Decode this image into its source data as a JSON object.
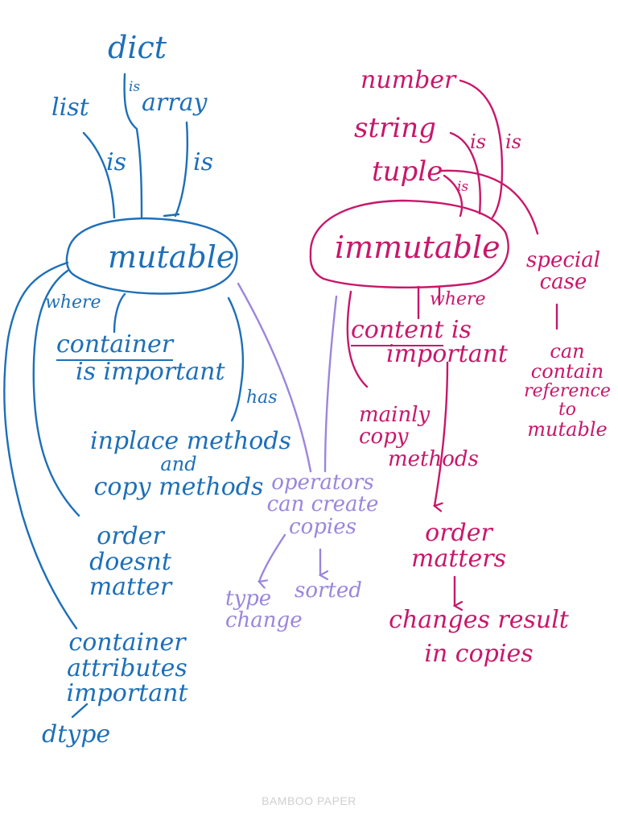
{
  "colors": {
    "mutable_ink": "#1d6fb8",
    "immutable_ink": "#c8176a",
    "operators_ink": "#9b86dc",
    "watermark": "#cfcfcf"
  },
  "mutable": {
    "node": "mutable",
    "types": {
      "dict": "dict",
      "list": "list",
      "array": "array"
    },
    "edge_is": [
      "is",
      "is",
      "is"
    ],
    "where_label": "where",
    "container": "container",
    "container_rest": "is important",
    "has_label": "has",
    "methods_line1": "inplace methods",
    "methods_line2": "and",
    "methods_line3": "copy methods",
    "order_line1": "order",
    "order_line2": "doesnt",
    "order_line3": "matter",
    "attr_line1": "container",
    "attr_line2": "attributes",
    "attr_line3": "important",
    "dtype": "dtype"
  },
  "operators": {
    "line1": "operators",
    "line2": "can create",
    "line3": "copies",
    "type_change_line1": "type",
    "type_change_line2": "change",
    "sorted": "sorted"
  },
  "immutable": {
    "node": "immutable",
    "types": {
      "number": "number",
      "string": "string",
      "tuple": "tuple"
    },
    "edge_is": [
      "is",
      "is",
      "is"
    ],
    "where_label": "where",
    "content": "content",
    "content_is": "is",
    "content_rest": "important",
    "copy_line1": "mainly",
    "copy_line2": "copy",
    "copy_line3": "methods",
    "order_line1": "order",
    "order_line2": "matters",
    "changes_line1": "changes result",
    "changes_line2": "in copies",
    "special_line1": "special",
    "special_line2": "case",
    "ref_line1": "can",
    "ref_line2": "contain",
    "ref_line3": "reference",
    "ref_line4": "to",
    "ref_line5": "mutable"
  },
  "watermark": "BAMBOO PAPER"
}
